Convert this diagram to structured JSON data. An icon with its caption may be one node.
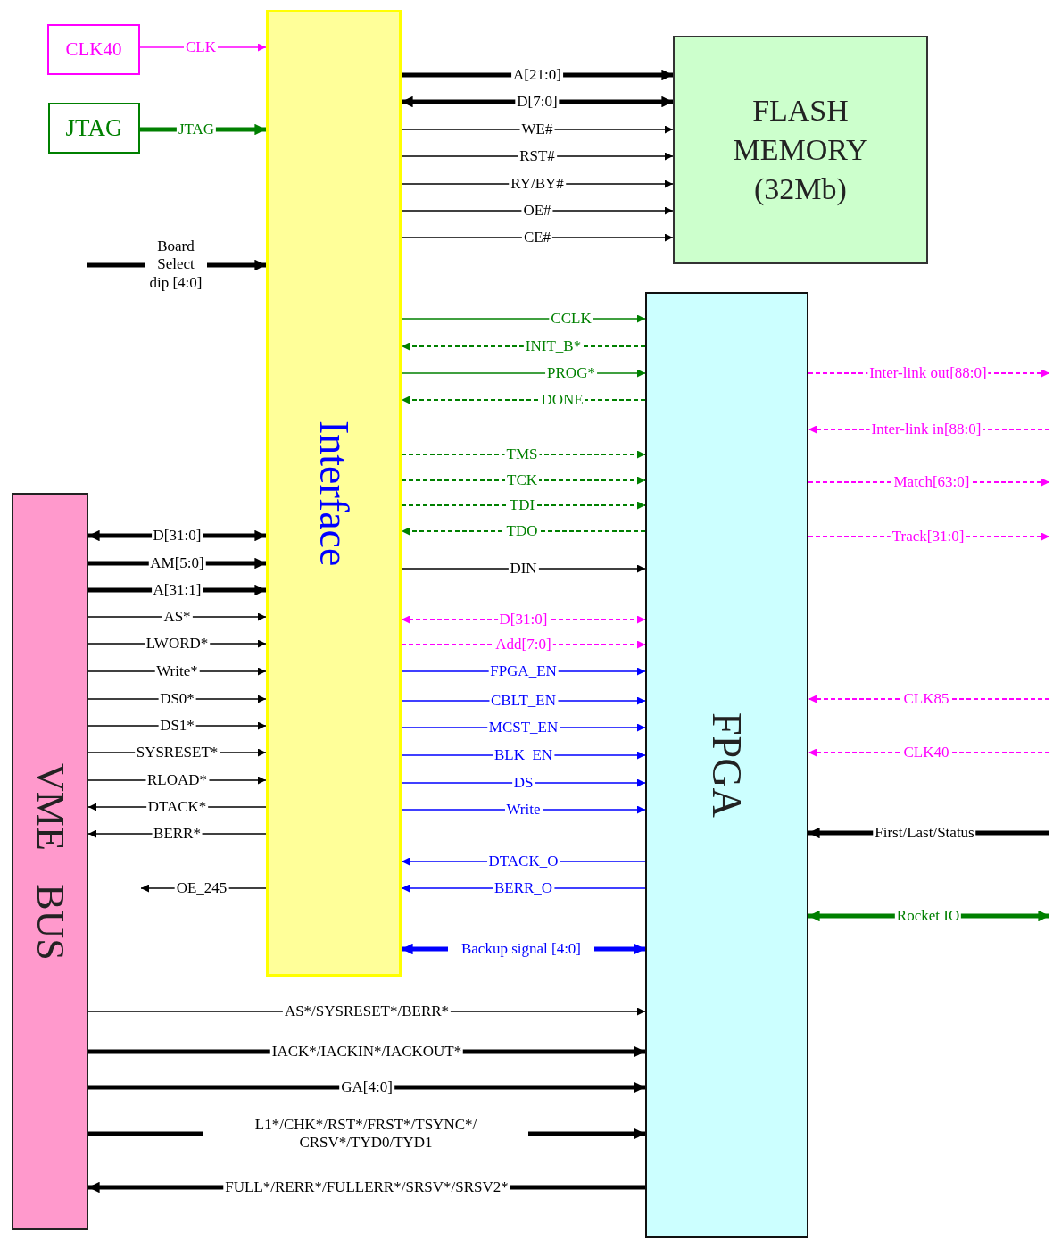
{
  "diagram": {
    "nodes": [
      {
        "text": [
          "CLK40"
        ]
      },
      {
        "text": [
          "JTAG"
        ]
      },
      {
        "text": [
          "Interface"
        ]
      },
      {
        "text": [
          "FLASH MEMORY (32Mb)"
        ]
      },
      {
        "text": [
          "FPGA"
        ]
      },
      {
        "text": [
          "VME BUS"
        ]
      }
    ],
    "edges": [
      {
        "from": 0,
        "to": 2,
        "arrow": "to",
        "label": "CLK",
        "color": "#ff00ff"
      },
      {
        "from": 1,
        "to": 2,
        "arrow": "to",
        "label": "JTAG",
        "style": "thick",
        "color": "#008000"
      },
      {
        "from": null,
        "to": 2,
        "arrow": "to",
        "label": "Board Select dip [4:0]",
        "style": "thick"
      },
      {
        "from": 2,
        "to": 3,
        "arrow": "to",
        "label": "A[21:0]",
        "style": "thick"
      },
      {
        "from": 2,
        "to": 3,
        "arrow": "both",
        "label": "D[7:0]",
        "style": "thick"
      },
      {
        "from": 2,
        "to": 3,
        "arrow": "to",
        "label": "WE#"
      },
      {
        "from": 2,
        "to": 3,
        "arrow": "to",
        "label": "RST#"
      },
      {
        "from": 2,
        "to": 3,
        "arrow": "to",
        "label": "RY/BY#"
      },
      {
        "from": 2,
        "to": 3,
        "arrow": "to",
        "label": "OE#"
      },
      {
        "from": 2,
        "to": 3,
        "arrow": "to",
        "label": "CE#"
      },
      {
        "from": 2,
        "to": 4,
        "arrow": "to",
        "label": "CCLK",
        "color": "#008000"
      },
      {
        "from": 4,
        "to": 2,
        "arrow": "to",
        "label": "INIT_B*",
        "style": "dashed",
        "color": "#008000"
      },
      {
        "from": 2,
        "to": 4,
        "arrow": "to",
        "label": "PROG*",
        "color": "#008000"
      },
      {
        "from": 4,
        "to": 2,
        "arrow": "to",
        "label": "DONE",
        "style": "dashed",
        "color": "#008000"
      },
      {
        "from": 2,
        "to": 4,
        "arrow": "to",
        "label": "TMS",
        "style": "dashed",
        "color": "#008000"
      },
      {
        "from": 2,
        "to": 4,
        "arrow": "to",
        "label": "TCK",
        "style": "dashed",
        "color": "#008000"
      },
      {
        "from": 2,
        "to": 4,
        "arrow": "to",
        "label": "TDI",
        "style": "dashed",
        "color": "#008000"
      },
      {
        "from": 4,
        "to": 2,
        "arrow": "to",
        "label": "TDO",
        "style": "dashed",
        "color": "#008000"
      },
      {
        "from": 2,
        "to": 4,
        "arrow": "to",
        "label": "DIN"
      },
      {
        "from": 2,
        "to": 4,
        "arrow": "both",
        "label": "D[31:0]",
        "style": "dashed",
        "color": "#ff00ff"
      },
      {
        "from": 2,
        "to": 4,
        "arrow": "to",
        "label": "Add[7:0]",
        "style": "dashed",
        "color": "#ff00ff"
      },
      {
        "from": 2,
        "to": 4,
        "arrow": "to",
        "label": "FPGA_EN",
        "color": "#0000ff"
      },
      {
        "from": 2,
        "to": 4,
        "arrow": "to",
        "label": "CBLT_EN",
        "color": "#0000ff"
      },
      {
        "from": 2,
        "to": 4,
        "arrow": "to",
        "label": "MCST_EN",
        "color": "#0000ff"
      },
      {
        "from": 2,
        "to": 4,
        "arrow": "to",
        "label": "BLK_EN",
        "color": "#0000ff"
      },
      {
        "from": 2,
        "to": 4,
        "arrow": "to",
        "label": "DS",
        "color": "#0000ff"
      },
      {
        "from": 2,
        "to": 4,
        "arrow": "to",
        "label": "Write",
        "color": "#0000ff"
      },
      {
        "from": 4,
        "to": 2,
        "arrow": "to",
        "label": "DTACK_O",
        "color": "#0000ff"
      },
      {
        "from": 4,
        "to": 2,
        "arrow": "to",
        "label": "BERR_O",
        "color": "#0000ff"
      },
      {
        "from": 2,
        "to": 4,
        "arrow": "both",
        "label": "Backup signal [4:0]",
        "style": "thick",
        "color": "#0000ff"
      },
      {
        "from": 4,
        "to": null,
        "arrow": "to",
        "label": "Inter-link out[88:0]",
        "style": "dashed",
        "color": "#ff00ff"
      },
      {
        "from": null,
        "to": 4,
        "arrow": "to",
        "label": "Inter-link in[88:0]",
        "style": "dashed",
        "color": "#ff00ff"
      },
      {
        "from": 4,
        "to": null,
        "arrow": "to",
        "label": "Match[63:0]",
        "style": "dashed",
        "color": "#ff00ff"
      },
      {
        "from": 4,
        "to": null,
        "arrow": "to",
        "label": "Track[31:0]",
        "style": "dashed",
        "color": "#ff00ff"
      },
      {
        "from": null,
        "to": 4,
        "arrow": "to",
        "label": "CLK85",
        "style": "dashed",
        "color": "#ff00ff"
      },
      {
        "from": null,
        "to": 4,
        "arrow": "to",
        "label": "CLK40",
        "style": "dashed",
        "color": "#ff00ff"
      },
      {
        "from": null,
        "to": 4,
        "arrow": "to",
        "label": "First/Last/Status",
        "style": "thick"
      },
      {
        "from": 4,
        "to": null,
        "arrow": "both",
        "label": "Rocket IO",
        "style": "thick",
        "color": "#008000"
      },
      {
        "from": 5,
        "to": 2,
        "arrow": "both",
        "label": "D[31:0]",
        "style": "thick"
      },
      {
        "from": 5,
        "to": 2,
        "arrow": "to",
        "label": "AM[5:0]",
        "style": "thick"
      },
      {
        "from": 5,
        "to": 2,
        "arrow": "to",
        "label": "A[31:1]",
        "style": "thick"
      },
      {
        "from": 5,
        "to": 2,
        "arrow": "to",
        "label": "AS*"
      },
      {
        "from": 5,
        "to": 2,
        "arrow": "to",
        "label": "LWORD*"
      },
      {
        "from": 5,
        "to": 2,
        "arrow": "to",
        "label": "Write*"
      },
      {
        "from": 5,
        "to": 2,
        "arrow": "to",
        "label": "DS0*"
      },
      {
        "from": 5,
        "to": 2,
        "arrow": "to",
        "label": "DS1*"
      },
      {
        "from": 5,
        "to": 2,
        "arrow": "to",
        "label": "SYSRESET*"
      },
      {
        "from": 5,
        "to": 2,
        "arrow": "to",
        "label": "RLOAD*"
      },
      {
        "from": 2,
        "to": 5,
        "arrow": "to",
        "label": "DTACK*"
      },
      {
        "from": 2,
        "to": 5,
        "arrow": "to",
        "label": "BERR*"
      },
      {
        "from": 2,
        "to": null,
        "arrow": "to",
        "label": "OE_245"
      },
      {
        "from": 5,
        "to": 4,
        "arrow": "to",
        "label": "AS*/SYSRESET*/BERR*"
      },
      {
        "from": 5,
        "to": 4,
        "arrow": "to",
        "label": "IACK*/IACKIN*/IACKOUT*",
        "style": "thick"
      },
      {
        "from": 5,
        "to": 4,
        "arrow": "to",
        "label": "GA[4:0]",
        "style": "thick"
      },
      {
        "from": 5,
        "to": 4,
        "arrow": "to",
        "label": "L1*/CHK*/RST*/FRST*/TSYNC*/ CRSV*/TYD0/TYD1",
        "style": "thick"
      },
      {
        "from": 4,
        "to": 5,
        "arrow": "to",
        "label": "FULL*/RERR*/FULLERR*/SRSV*/SRSV2*",
        "style": "thick"
      }
    ]
  }
}
